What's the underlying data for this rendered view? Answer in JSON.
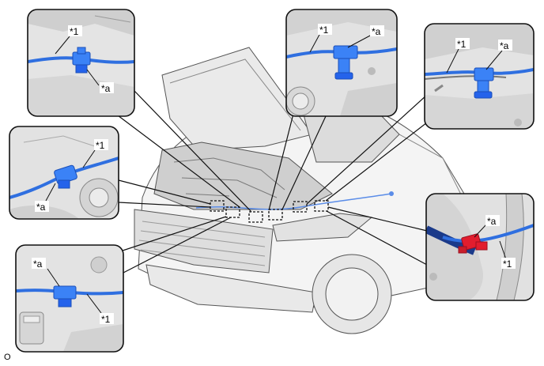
{
  "figure": {
    "id": "O",
    "labels": {
      "wire": "*1",
      "clamp": "*a"
    }
  },
  "colors": {
    "wire": "#2f6fe0",
    "wire_dark": "#1b4fb8",
    "clamp_blue": "#3b82f6",
    "clamp_red": "#e11d2e",
    "panel_bg": "#e6e6e6",
    "outline": "#111111"
  },
  "callouts": [
    {
      "id": "top-left",
      "labels": [
        "*1",
        "*a"
      ]
    },
    {
      "id": "top-center",
      "labels": [
        "*1",
        "*a"
      ]
    },
    {
      "id": "top-right",
      "labels": [
        "*1",
        "*a"
      ]
    },
    {
      "id": "mid-left",
      "labels": [
        "*1",
        "*a"
      ]
    },
    {
      "id": "bottom-left",
      "labels": [
        "*a",
        "*1"
      ]
    },
    {
      "id": "bottom-right",
      "labels": [
        "*a",
        "*1"
      ],
      "clamp_color": "red"
    }
  ]
}
